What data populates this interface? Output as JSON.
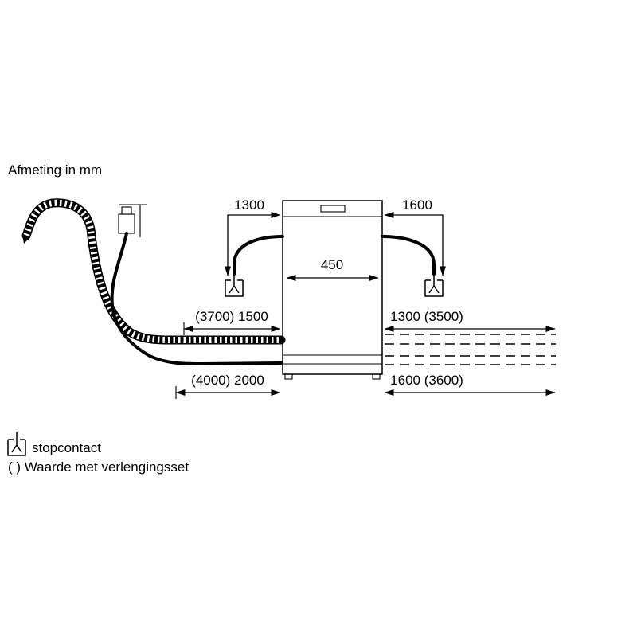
{
  "title": "Afmeting in mm",
  "dimensions": {
    "cord_left": "1300",
    "cord_right": "1600",
    "appliance_width": "450",
    "hose_left_upper": "(3700) 1500",
    "hose_right_upper": "1300 (3500)",
    "hose_left_lower": "(4000) 2000",
    "hose_right_lower": "1600 (3600)"
  },
  "legend": {
    "socket_label": "stopcontact",
    "extension_note": "( ) Waarde met verlengingsset"
  },
  "icons": {
    "socket": "power-socket-icon",
    "drain_arrow": "drain-direction-arrow-icon"
  },
  "colors": {
    "ink": "#000000",
    "background": "#ffffff"
  }
}
